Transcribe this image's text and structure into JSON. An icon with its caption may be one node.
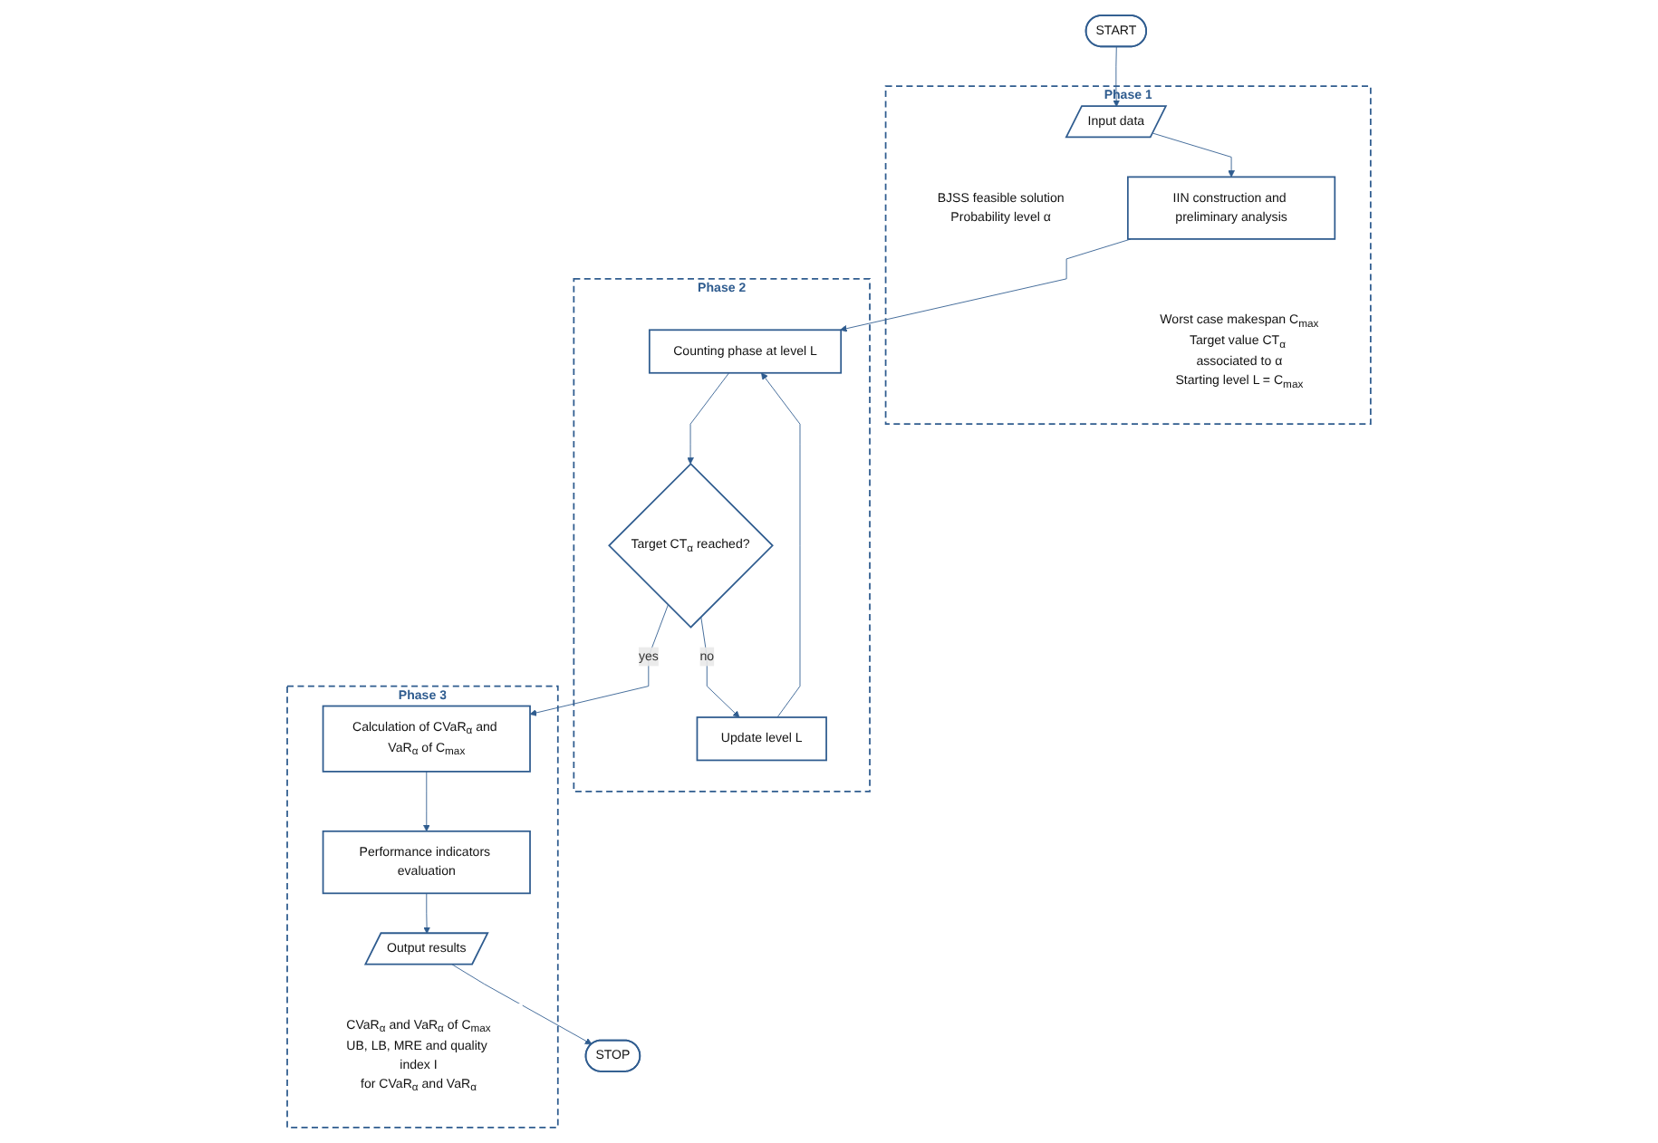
{
  "diagram": {
    "nodes": [
      {
        "text": [
          "START"
        ]
      },
      {
        "text": [
          "Phase 1"
        ]
      },
      {
        "text": [
          "Input data"
        ],
        "in": 1,
        "beside": [
          "BJSS feasible solution",
          "Probability level α"
        ]
      },
      {
        "text": [
          "IIN construction and preliminary analysis"
        ],
        "in": 1,
        "beside": [
          "Worst case makespan C$_{max}$",
          "Target value CT$_{α}$ associated to α",
          "Starting level L = C$_{max}$"
        ]
      },
      {
        "text": [
          "Phase 2"
        ]
      },
      {
        "text": [
          "Counting phase at level L"
        ],
        "in": 4
      },
      {
        "text": [
          "Target CT$_{α}$ reached?"
        ],
        "in": 4
      },
      {
        "text": [
          "Update level L"
        ],
        "in": 4
      },
      {
        "text": [
          "Phase 3"
        ]
      },
      {
        "text": [
          "Calculation of CVaR$_{α}$ and VaR$_{α}$ of C$_{max}$"
        ],
        "in": 8
      },
      {
        "text": [
          "Performance indicators evaluation"
        ],
        "in": 8
      },
      {
        "text": [
          "Output results"
        ],
        "in": 8,
        "beside": [
          "CVaR$_{α}$ and VaR$_{α}$ of C$_{max}$",
          "UB, LB, MRE and quality index I",
          "for CVaR$_{α}$ and VaR$_{α}$"
        ]
      },
      {
        "text": [
          "STOP"
        ]
      }
    ],
    "edges": [
      {
        "from": 0,
        "to": 2,
        "arrow": "to"
      },
      {
        "from": 2,
        "to": 3,
        "arrow": "to"
      },
      {
        "from": 3,
        "to": 5,
        "arrow": "to"
      },
      {
        "from": 5,
        "to": 6,
        "arrow": "to"
      },
      {
        "from": 6,
        "to": 7,
        "arrow": "to",
        "label": "no"
      },
      {
        "from": 7,
        "to": 5,
        "arrow": "to"
      },
      {
        "from": 6,
        "to": 9,
        "arrow": "to",
        "label": "yes"
      },
      {
        "from": 9,
        "to": 10,
        "arrow": "to"
      },
      {
        "from": 10,
        "to": 11,
        "arrow": "to"
      },
      {
        "from": 11,
        "to": 12,
        "arrow": "to"
      }
    ]
  }
}
